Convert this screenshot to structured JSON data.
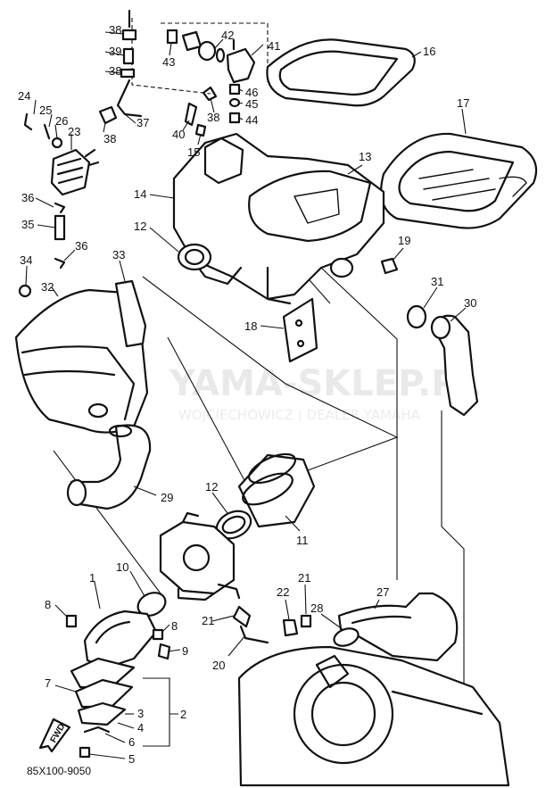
{
  "watermark": {
    "title": "YAMA-SKLEP.PL",
    "subtitle": "WOJCIECHOWICZ | DEALER YAMAHA"
  },
  "diagram_code": "85X100-9050",
  "forward_marker": "FWD",
  "callouts": {
    "c1": "1",
    "c2": "2",
    "c3": "3",
    "c4": "4",
    "c5": "5",
    "c6": "6",
    "c7": "7",
    "c8a": "8",
    "c8b": "8",
    "c9": "9",
    "c10": "10",
    "c11": "11",
    "c12a": "12",
    "c12b": "12",
    "c13": "13",
    "c14": "14",
    "c15": "15",
    "c16": "16",
    "c17": "17",
    "c18": "18",
    "c19": "19",
    "c20": "20",
    "c21a": "21",
    "c21b": "21",
    "c22": "22",
    "c23": "23",
    "c24": "24",
    "c25": "25",
    "c26": "26",
    "c27": "27",
    "c28": "28",
    "c29": "29",
    "c30": "30",
    "c31": "31",
    "c32": "32",
    "c33": "33",
    "c34": "34",
    "c35": "35",
    "c36a": "36",
    "c36b": "36",
    "c37": "37",
    "c38a": "38",
    "c38b": "38",
    "c38c": "38",
    "c38d": "38",
    "c39": "39",
    "c40": "40",
    "c41": "41",
    "c42": "42",
    "c43": "43",
    "c44": "44",
    "c45": "45",
    "c46": "46"
  }
}
